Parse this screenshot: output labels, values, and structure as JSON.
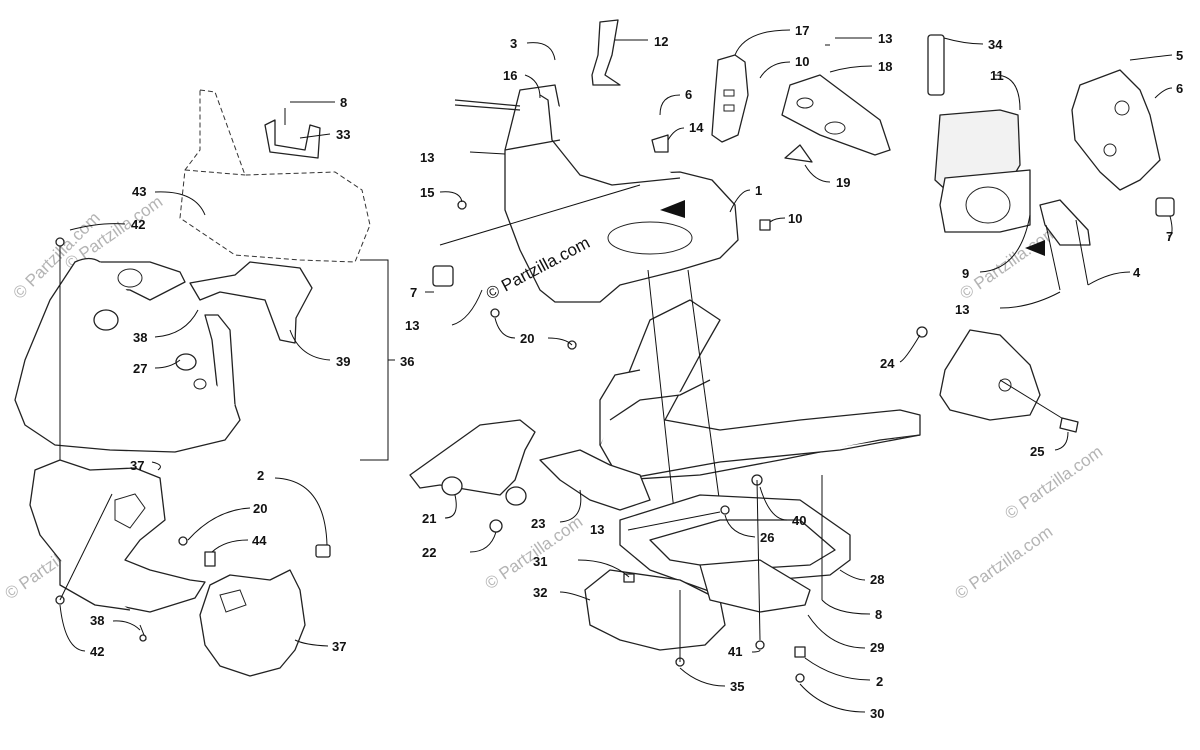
{
  "watermarks": {
    "main": "© Partzilla.com",
    "faint": "© Partzilla.com"
  },
  "callouts": [
    {
      "id": "c8a",
      "text": "8"
    },
    {
      "id": "c33",
      "text": "33"
    },
    {
      "id": "c43",
      "text": "43"
    },
    {
      "id": "c42a",
      "text": "42"
    },
    {
      "id": "c38a",
      "text": "38"
    },
    {
      "id": "c27",
      "text": "27"
    },
    {
      "id": "c39",
      "text": "39"
    },
    {
      "id": "c36",
      "text": "36"
    },
    {
      "id": "c37a",
      "text": "37"
    },
    {
      "id": "c2a",
      "text": "2"
    },
    {
      "id": "c20a",
      "text": "20"
    },
    {
      "id": "c44",
      "text": "44"
    },
    {
      "id": "c38b",
      "text": "38"
    },
    {
      "id": "c42b",
      "text": "42"
    },
    {
      "id": "c37b",
      "text": "37"
    },
    {
      "id": "c3",
      "text": "3"
    },
    {
      "id": "c16",
      "text": "16"
    },
    {
      "id": "c12",
      "text": "12"
    },
    {
      "id": "c17",
      "text": "17"
    },
    {
      "id": "c10a",
      "text": "10"
    },
    {
      "id": "c6a",
      "text": "6"
    },
    {
      "id": "c14",
      "text": "14"
    },
    {
      "id": "c13a",
      "text": "13"
    },
    {
      "id": "c15",
      "text": "15"
    },
    {
      "id": "c1",
      "text": "1"
    },
    {
      "id": "c10b",
      "text": "10"
    },
    {
      "id": "c7a",
      "text": "7"
    },
    {
      "id": "c13b",
      "text": "13"
    },
    {
      "id": "c20b",
      "text": "20"
    },
    {
      "id": "c13c",
      "text": "13"
    },
    {
      "id": "c18",
      "text": "18"
    },
    {
      "id": "c19",
      "text": "19"
    },
    {
      "id": "c34",
      "text": "34"
    },
    {
      "id": "c11",
      "text": "11"
    },
    {
      "id": "c5",
      "text": "5"
    },
    {
      "id": "c6b",
      "text": "6"
    },
    {
      "id": "c7b",
      "text": "7"
    },
    {
      "id": "c9",
      "text": "9"
    },
    {
      "id": "c4",
      "text": "4"
    },
    {
      "id": "c13d",
      "text": "13"
    },
    {
      "id": "c24",
      "text": "24"
    },
    {
      "id": "c25",
      "text": "25"
    },
    {
      "id": "c21",
      "text": "21"
    },
    {
      "id": "c22",
      "text": "22"
    },
    {
      "id": "c23",
      "text": "23"
    },
    {
      "id": "c13e",
      "text": "13"
    },
    {
      "id": "c26",
      "text": "26"
    },
    {
      "id": "c40",
      "text": "40"
    },
    {
      "id": "c31",
      "text": "31"
    },
    {
      "id": "c32",
      "text": "32"
    },
    {
      "id": "c28",
      "text": "28"
    },
    {
      "id": "c8b",
      "text": "8"
    },
    {
      "id": "c29",
      "text": "29"
    },
    {
      "id": "c41",
      "text": "41"
    },
    {
      "id": "c2b",
      "text": "2"
    },
    {
      "id": "c35",
      "text": "35"
    },
    {
      "id": "c30",
      "text": "30"
    }
  ]
}
